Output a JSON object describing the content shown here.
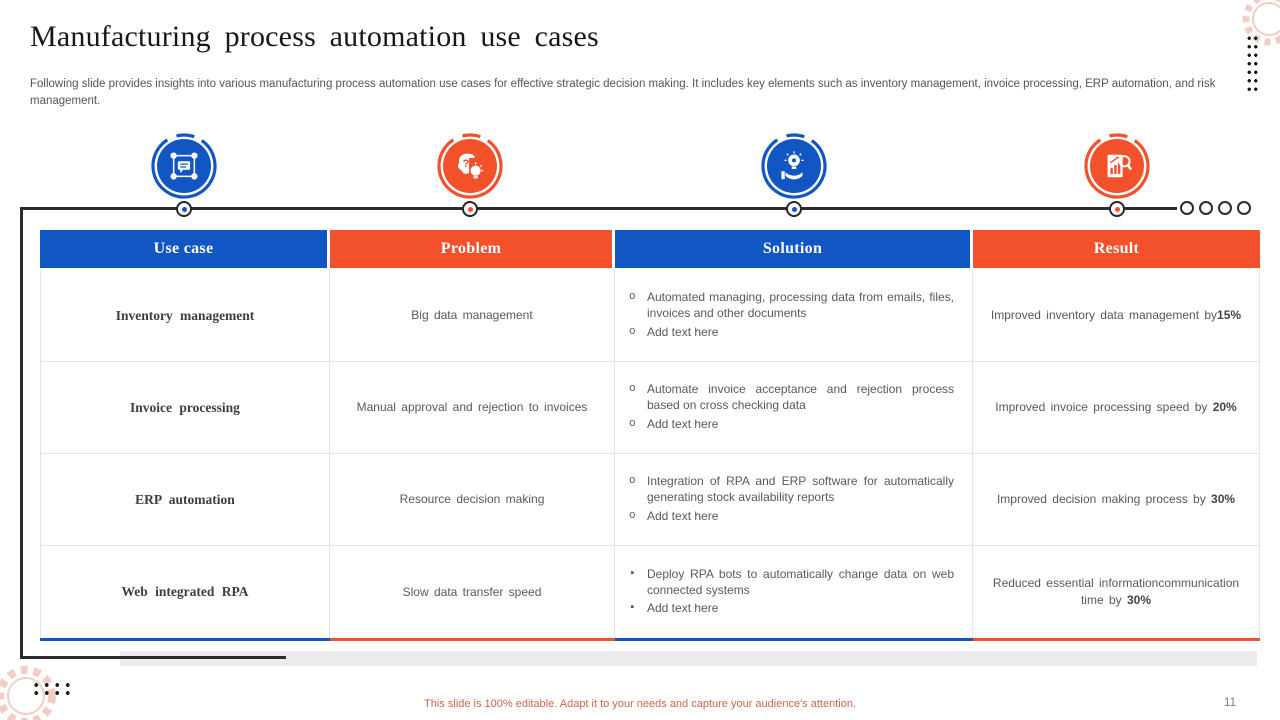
{
  "slide": {
    "title": "Manufacturing process automation use cases",
    "subtitle": "Following slide provides insights into various manufacturing process automation use cases for effective strategic decision making. It includes key elements such as inventory management, invoice processing, ERP automation, and risk management.",
    "footer": "This slide is 100% editable. Adapt it to your needs and capture your audience's attention.",
    "page_number": "11"
  },
  "colors": {
    "blue": "#1256C4",
    "orange": "#F3502C",
    "frame_dark": "#2b2b2b",
    "body_text": "#595959",
    "border_gray": "#e4e4e4",
    "shadow_gray": "#ececec",
    "gear_pink": "#f2cdc5",
    "footer_orange": "#cf6450"
  },
  "icons": [
    {
      "name": "team-network-icon",
      "color": "blue"
    },
    {
      "name": "brain-idea-icon",
      "color": "orange"
    },
    {
      "name": "hand-holding-bulb-icon",
      "color": "blue"
    },
    {
      "name": "report-analysis-icon",
      "color": "orange"
    }
  ],
  "table": {
    "headers": [
      {
        "label": "Use case",
        "color": "blue"
      },
      {
        "label": "Problem",
        "color": "orange"
      },
      {
        "label": "Solution",
        "color": "blue"
      },
      {
        "label": "Result",
        "color": "orange"
      }
    ],
    "rows": [
      {
        "use_case": "Inventory management",
        "problem": "Big data management",
        "bullet": "o",
        "solution": [
          "Automated managing, processing data from emails, files, invoices and other documents",
          "Add text here"
        ],
        "result_prefix": "Improved inventory data management by",
        "result_bold": "15%"
      },
      {
        "use_case": "Invoice processing",
        "problem": "Manual approval  and rejection to invoices",
        "bullet": "o",
        "solution": [
          "Automate invoice acceptance and rejection process based on cross checking data",
          "Add text here"
        ],
        "result_prefix": "Improved invoice processing speed by ",
        "result_bold": "20%"
      },
      {
        "use_case": "ERP automation",
        "problem": "Resource decision making",
        "bullet": "o",
        "solution": [
          "Integration of RPA and ERP software for automatically generating stock availability reports",
          "Add text here"
        ],
        "result_prefix": "Improved decision making process by ",
        "result_bold": "30%"
      },
      {
        "use_case": "Web integrated RPA",
        "problem": "Slow data transfer speed",
        "bullet": "▪",
        "solution": [
          "Deploy RPA bots to automatically change data on web connected systems",
          "Add text here"
        ],
        "result_prefix": "Reduced essential informationcommunication time by ",
        "result_bold": "30%"
      }
    ]
  }
}
